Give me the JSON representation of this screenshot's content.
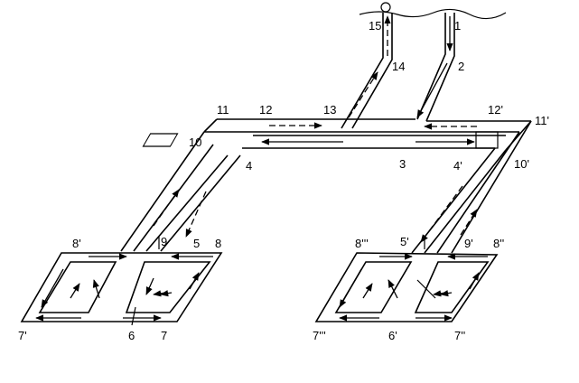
{
  "labels": {
    "l1": "1",
    "l2": "2",
    "l3": "3",
    "l4": "4",
    "l4p": "4'",
    "l5": "5",
    "l5p": "5'",
    "l6": "6",
    "l6p": "6'",
    "l7": "7",
    "l7p": "7'",
    "l7pp": "7''",
    "l7ppp": "7'''",
    "l8": "8",
    "l8p": "8'",
    "l8pp": "8''",
    "l8ppp": "8'''",
    "l9": "9",
    "l9p": "9'",
    "l10": "10",
    "l10p": "10'",
    "l11": "11",
    "l11p": "11'",
    "l12": "12",
    "l12p": "12'",
    "l13": "13",
    "l14": "14",
    "l15": "15"
  }
}
